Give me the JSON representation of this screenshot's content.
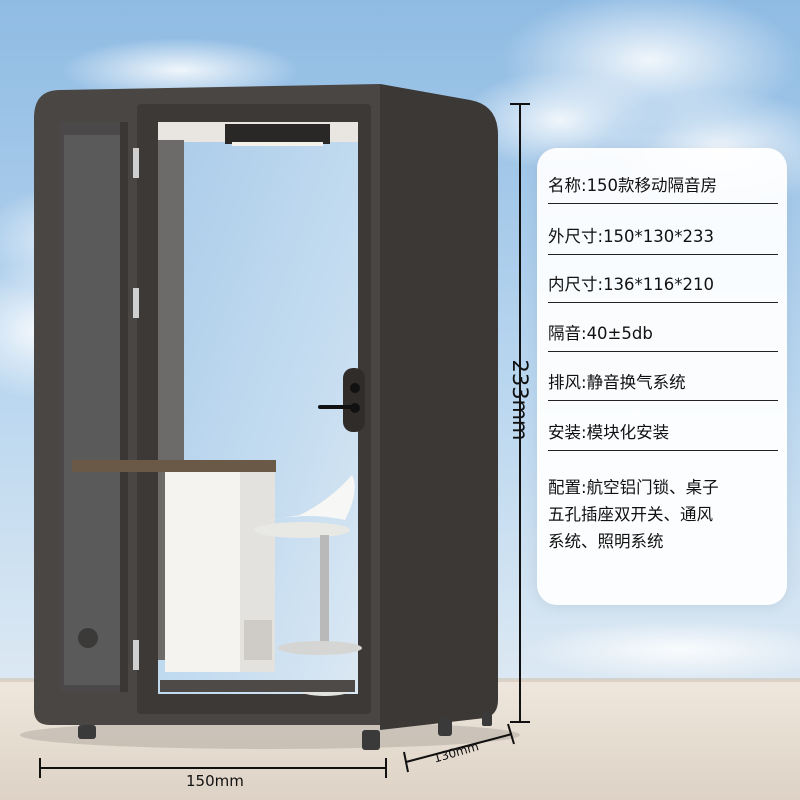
{
  "specs": [
    {
      "label": "名称:",
      "value": "150款移动隔音房"
    },
    {
      "label": "外尺寸:",
      "value": "150*130*233"
    },
    {
      "label": "内尺寸:",
      "value": "136*116*210"
    },
    {
      "label": "隔音:",
      "value": "40±5db"
    },
    {
      "label": "排风:",
      "value": "静音换气系统"
    },
    {
      "label": "安装:",
      "value": "模块化安装"
    },
    {
      "label": "配置:",
      "value": "航空铝门锁、桌子",
      "extra_lines": [
        "五孔插座双开关、通风",
        "系统、照明系统"
      ]
    }
  ],
  "dimensions": {
    "width": "150mm",
    "depth": "130mm",
    "height": "233mm"
  },
  "colors": {
    "booth_frame": "#45413e",
    "sky_top": "#9cc3e6",
    "sky_bottom": "#d7e8f5",
    "floor": "#e6ddd2",
    "card_bg": "#ffffff"
  }
}
